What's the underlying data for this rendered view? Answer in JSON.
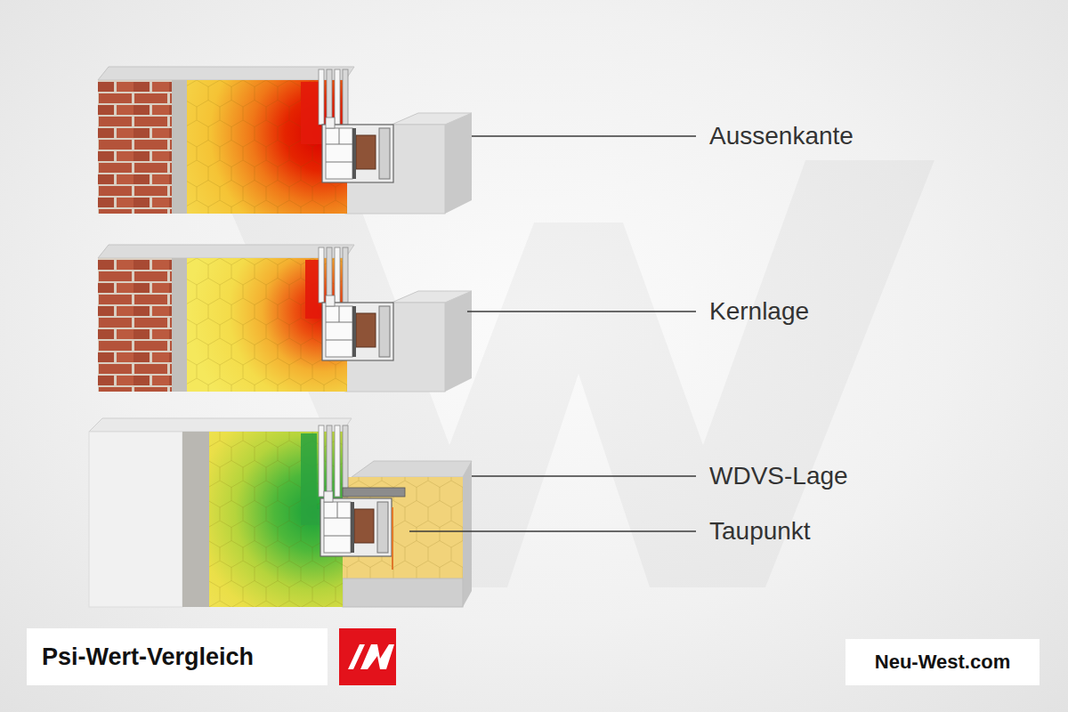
{
  "diagram": {
    "title": "Psi-Wert-Vergleich",
    "nodes": [
      {
        "text": [
          "Neu-West.com"
        ]
      }
    ],
    "labels": [
      "Aussenkante",
      "Kernlage",
      "WDVS-Lage",
      "Taupunkt"
    ]
  }
}
